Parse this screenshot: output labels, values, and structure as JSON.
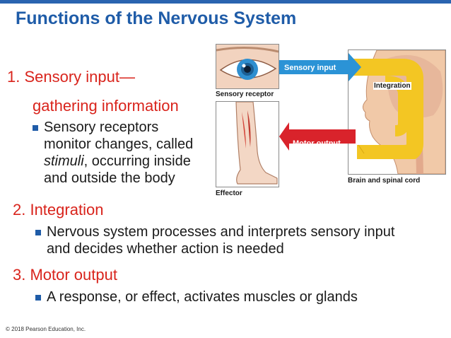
{
  "slide": {
    "title": "Functions of the Nervous System",
    "points": [
      {
        "heading": "1.  Sensory input—",
        "heading_cont": "gathering information",
        "sub_lines": [
          "Sensory receptors",
          "monitor changes, called",
          "stimuli",
          ", occurring inside",
          "and outside the body"
        ]
      },
      {
        "heading": "2.  Integration",
        "sub_lines": [
          "Nervous system processes and interprets sensory input",
          "and decides whether action is needed"
        ]
      },
      {
        "heading": "3.  Motor output",
        "sub_lines": [
          "A response, or effect, activates muscles or glands"
        ]
      }
    ],
    "footer": "© 2018 Pearson Education, Inc."
  },
  "figure": {
    "sensory_receptor_label": "Sensory receptor",
    "effector_label": "Effector",
    "brain_label": "Brain and spinal cord",
    "sensory_input_label": "Sensory input",
    "integration_label": "Integration",
    "motor_output_label": "Motor output"
  },
  "colors": {
    "title": "#1f5ca8",
    "heading": "#d9241c",
    "bullet": "#1f5ca8",
    "sensory_arrow": "#2b93d6",
    "motor_arrow": "#d9232b",
    "integration_arrow": "#f3c623"
  }
}
